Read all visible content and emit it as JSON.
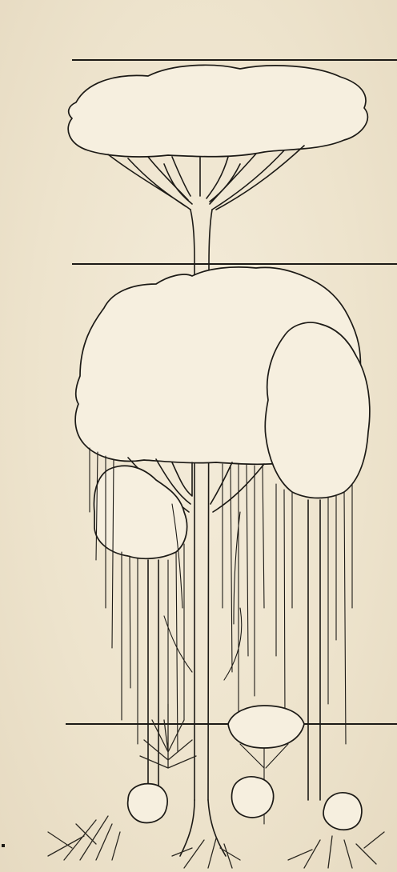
{
  "figure": {
    "kind": "rainforest-stratification-line-drawing",
    "colors": {
      "paper": "#efe6d2",
      "ink": "#1c1a16"
    }
  },
  "layers": [
    {
      "name": "emergent-layer-line"
    },
    {
      "name": "canopy-layer-line"
    },
    {
      "name": "understory-layer-line"
    }
  ]
}
